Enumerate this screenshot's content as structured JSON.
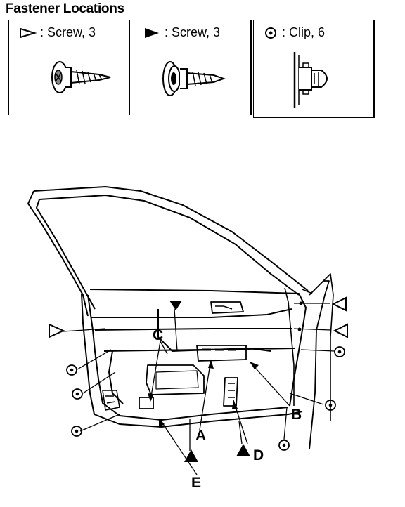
{
  "title": "Fastener Locations",
  "legend": [
    {
      "icon": "open-triangle-icon",
      "label": ": Screw, 3"
    },
    {
      "icon": "filled-triangle-icon",
      "label": ": Screw, 3"
    },
    {
      "icon": "clip-circle-icon",
      "label": ": Clip, 6"
    }
  ],
  "callouts": {
    "a": "A",
    "b": "B",
    "c": "C",
    "d": "D",
    "e": "E"
  }
}
